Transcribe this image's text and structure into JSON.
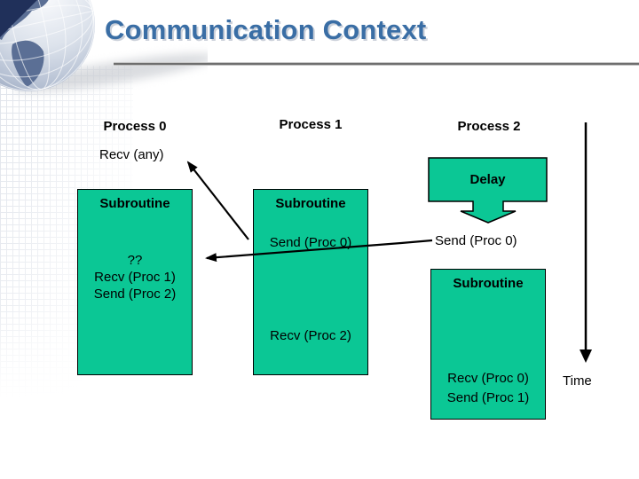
{
  "title": "Communication Context",
  "processes": [
    {
      "name": "Process 0",
      "recv_any": "Recv (any)",
      "box_title": "Subroutine",
      "line1": "??",
      "line2": "Recv (Proc 1)",
      "line3": "Send (Proc 2)"
    },
    {
      "name": "Process 1",
      "box_title": "Subroutine",
      "send_line": "Send (Proc 0)",
      "recv_line": "Recv (Proc 2)"
    },
    {
      "name": "Process 2",
      "delay_label": "Delay",
      "send_label": "Send (Proc 0)",
      "box_title": "Subroutine",
      "line1": "Recv (Proc 0)",
      "line2": "Send (Proc 1)"
    }
  ],
  "time_label": "Time",
  "icons": {
    "globe": "globe-logo",
    "delay_shape": "down-arrow-callout",
    "arrows": [
      "send-to-recv-any-arrow",
      "send-proc0-to-process0-arrow",
      "time-axis-arrow"
    ]
  },
  "colors": {
    "box_fill": "#0bc795",
    "title_blue": "#3a6ea5",
    "arrow_black": "#000000"
  }
}
